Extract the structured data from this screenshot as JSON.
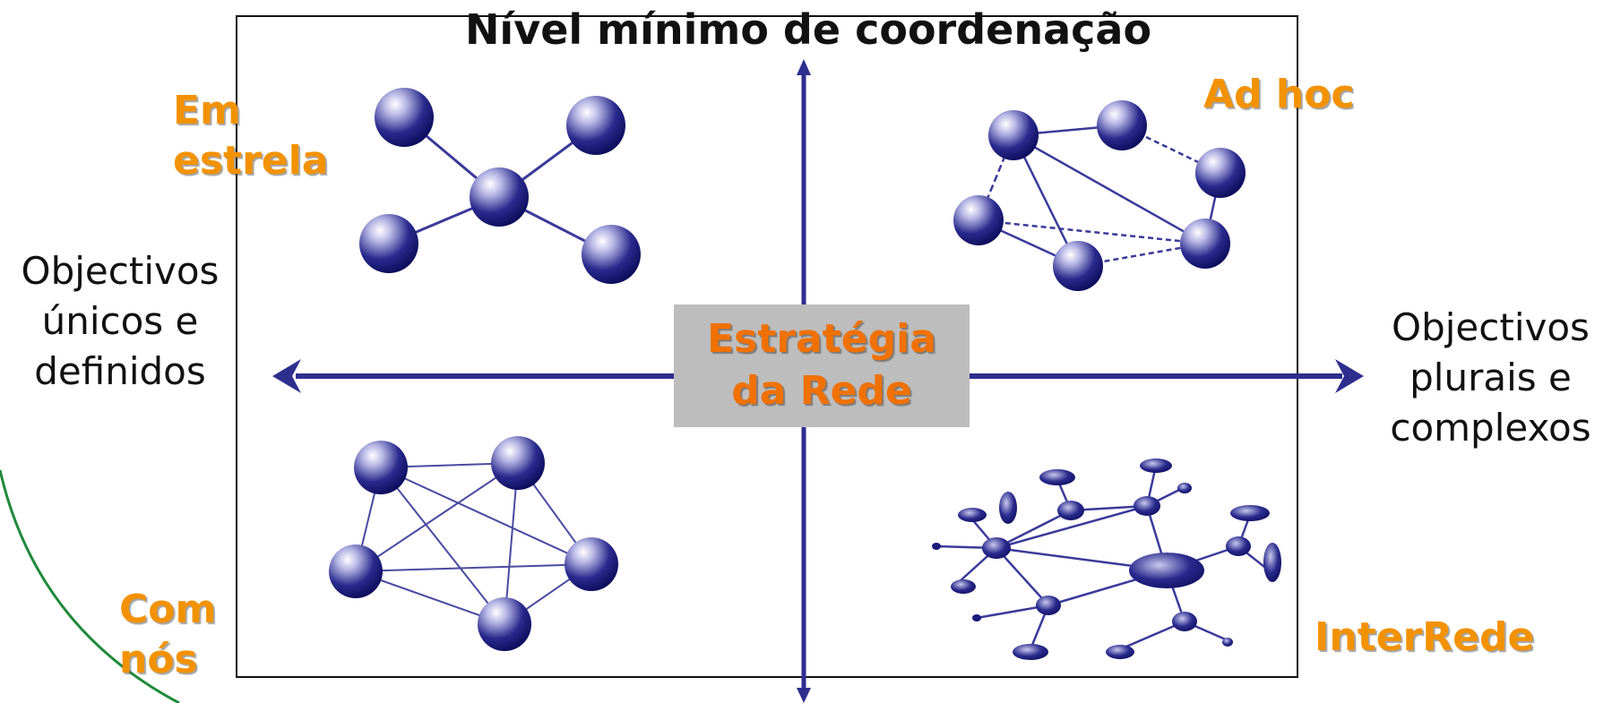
{
  "title": "Nível mínimo de coordenação",
  "center": {
    "line1": "Estratégia",
    "line2": "da Rede"
  },
  "axis_left": {
    "line1": "Objectivos",
    "line2": "únicos e",
    "line3": "definidos"
  },
  "axis_right": {
    "line1": "Objectivos",
    "line2": "plurais e",
    "line3": "complexos"
  },
  "quadrants": {
    "top_left": {
      "line1": "Em",
      "line2": "estrela"
    },
    "top_right": {
      "line1": "Ad hoc"
    },
    "bottom_left": {
      "line1": "Com",
      "line2": "nós"
    },
    "bottom_right": {
      "line1": "InterRede"
    }
  },
  "colors": {
    "axis": "#2e2e8f",
    "node_dark": "#14147a",
    "label_orange": "#f39200",
    "center_text": "#f07000",
    "center_box": "#bdbdbd",
    "arc": "#1f8a3a"
  }
}
